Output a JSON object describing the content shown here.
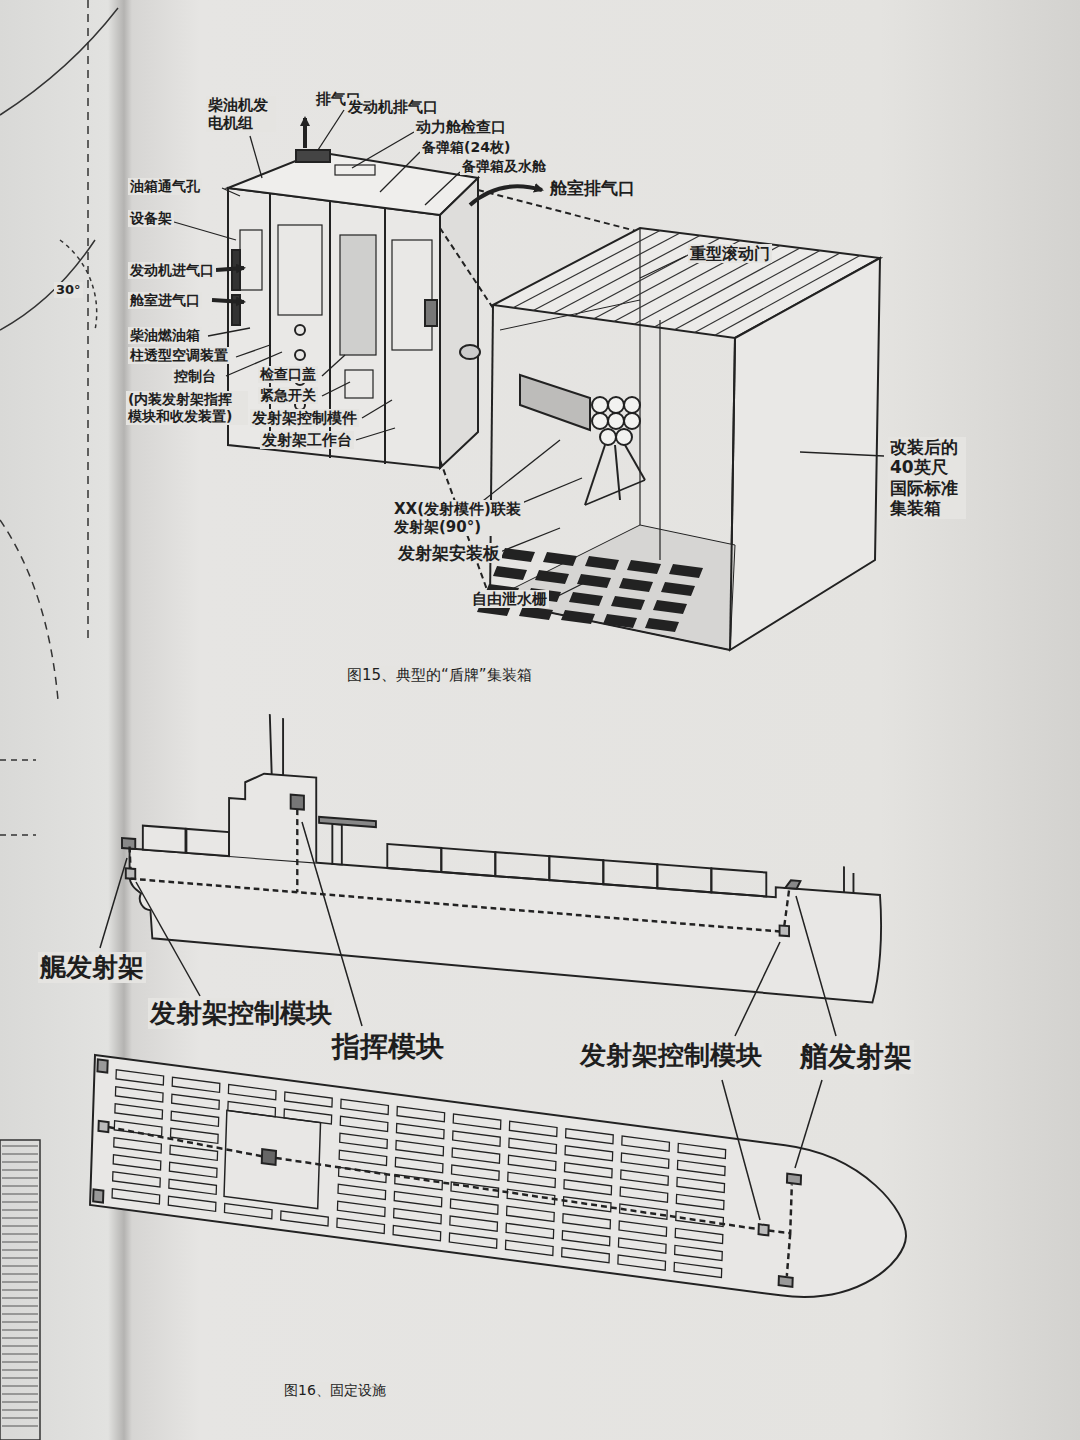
{
  "diagram": {
    "caption": "图15、典型的“盾牌”集装箱",
    "labels": [
      "柴油机发电机组",
      "排气口",
      "发动机排气口",
      "动力舱检查口",
      "备弹箱(24枚)",
      "备弹箱及水舱",
      "舱室排气口",
      "油箱通气孔",
      "设备架",
      "发动机进气口",
      "舱室进气口",
      "柴油燃油箱",
      "柱透型空调装置",
      "控制台",
      "(内装发射架指挥模块和收发装置)",
      "检查口盖",
      "紧急开关",
      "发射架控制模件",
      "发射架工作台",
      "重型滚动门",
      "改装后的40英尺国际标准集装箱",
      "XX(发射模件)联装发射架(90°)",
      "发射架安装板",
      "自由泄水栅",
      "30°",
      "艉发射架",
      "发射架控制模块",
      "指挥模块",
      "发射架控制模块",
      "艏发射架",
      "图16、固定设施"
    ]
  }
}
